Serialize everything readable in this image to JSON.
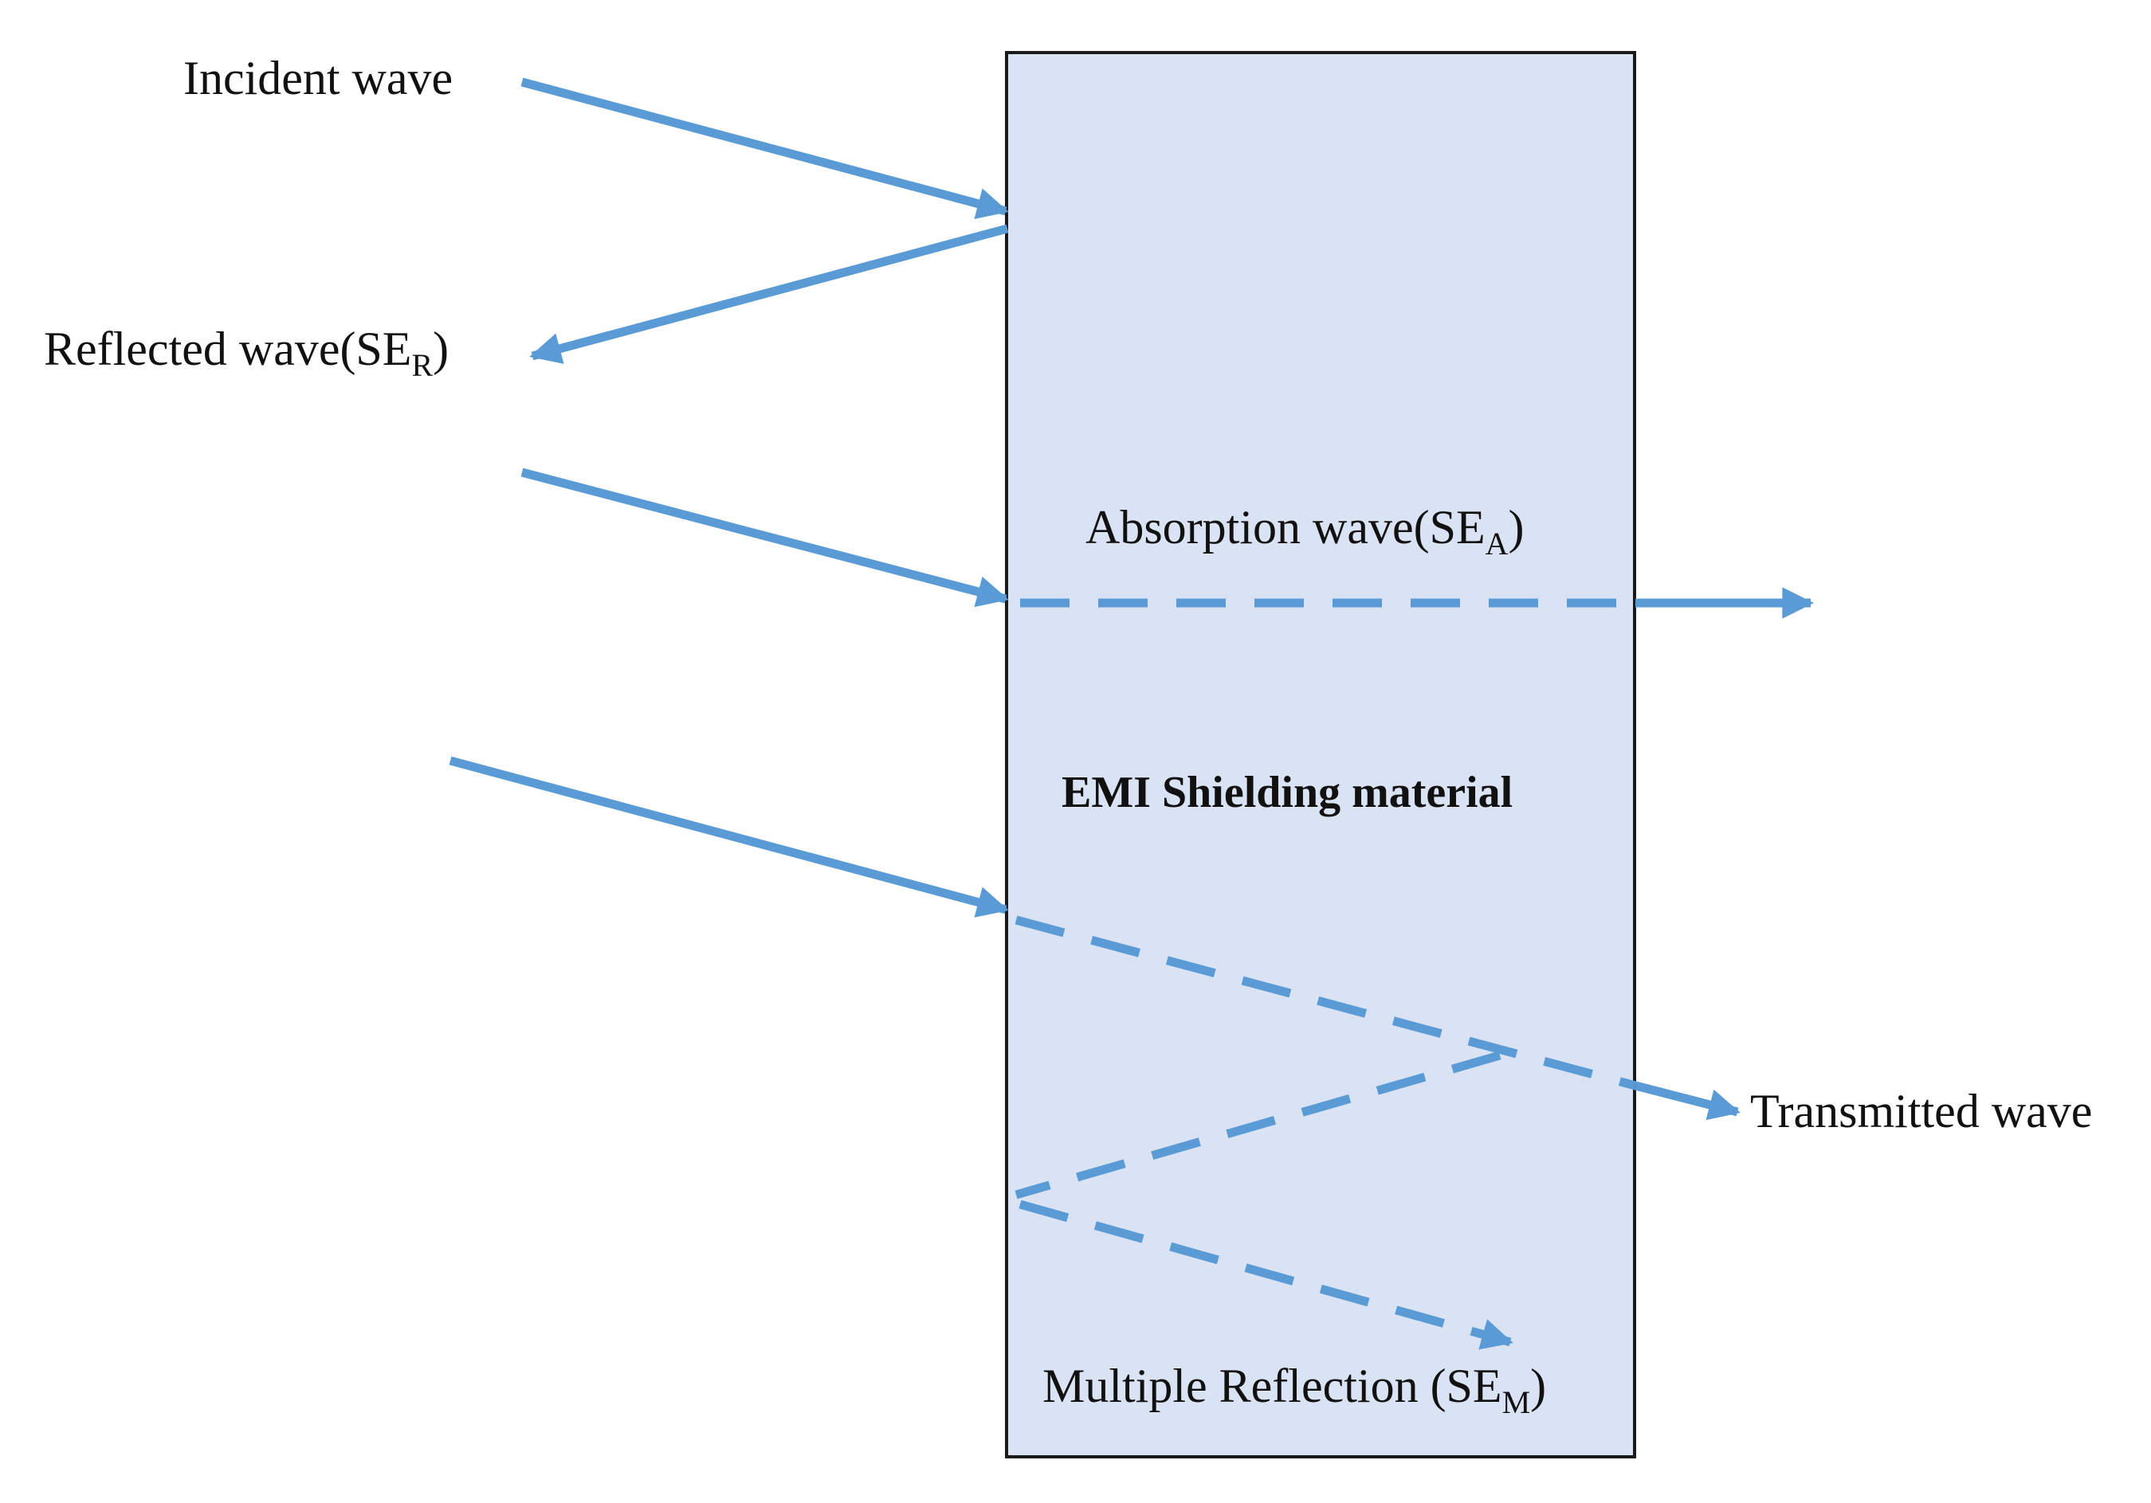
{
  "colors": {
    "wave": "#5b9bd5",
    "material_fill": "#dae3f3",
    "material_border": "#1a1a1a",
    "text": "#111111",
    "background": "#ffffff"
  },
  "labels": {
    "incident": "Incident wave",
    "reflected_main": "Reflected wave(SE",
    "reflected_sub": "R",
    "reflected_tail": ")",
    "absorption_main": "Absorption wave(SE",
    "absorption_sub": "A",
    "absorption_tail": ")",
    "material": "EMI Shielding material",
    "transmitted": "Transmitted wave",
    "multiple_main": "Multiple Reflection (SE",
    "multiple_sub": "M",
    "multiple_tail": ")"
  }
}
